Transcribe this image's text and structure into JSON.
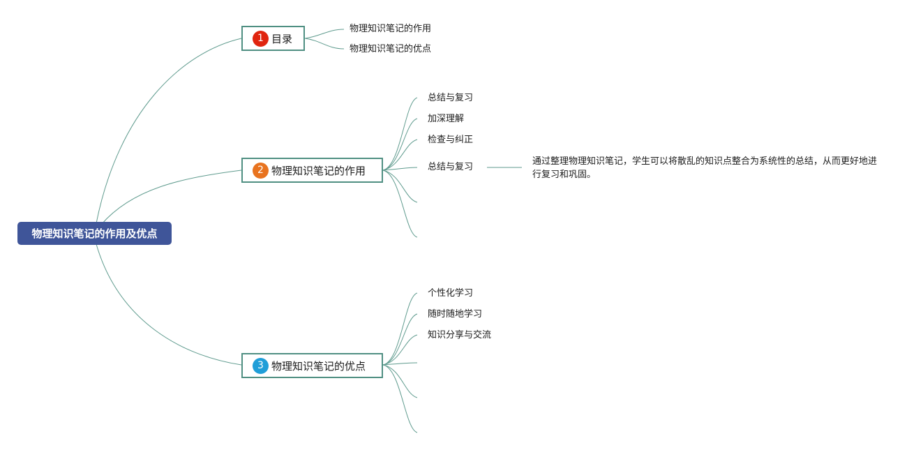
{
  "root": {
    "label": "物理知识笔记的作用及优点",
    "color": "#3f5599"
  },
  "branches": [
    {
      "number": "1",
      "label": "目录",
      "badge_color": "#e0250f",
      "children": [
        "物理知识笔记的作用",
        "物理知识笔记的优点"
      ]
    },
    {
      "number": "2",
      "label": "物理知识笔记的作用",
      "badge_color": "#e8731f",
      "children": [
        "总结与复习",
        "加深理解",
        "检查与纠正",
        "总结与复习",
        "",
        ""
      ],
      "note": "通过整理物理知识笔记，学生可以将散乱的知识点整合为系统性的总结，从而更好地进行复习和巩固。"
    },
    {
      "number": "3",
      "label": "物理知识笔记的优点",
      "badge_color": "#1f9ed8",
      "children": [
        "个性化学习",
        "随时随地学习",
        "知识分享与交流",
        "",
        "",
        ""
      ]
    }
  ],
  "line_color": "#5f9b8e",
  "border_color": "#4f8f82"
}
